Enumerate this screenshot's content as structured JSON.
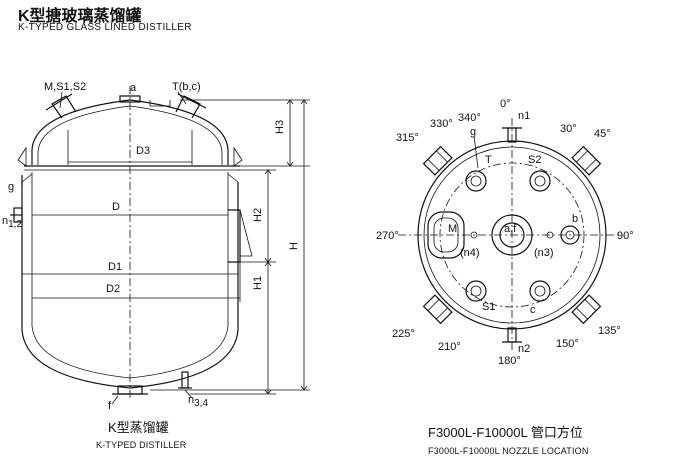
{
  "header": {
    "title_zh": "K型搪玻璃蒸馏罐",
    "title_en": "K-TYPED GLASS LINED DISTILLER"
  },
  "left_drawing": {
    "caption_zh": "K型蒸馏罐",
    "caption_en": "K-TYPED DISTILLER",
    "labels": {
      "mss": "M,S1,S2",
      "a": "a",
      "tbc": "T(b,c)",
      "d3": "D3",
      "d": "D",
      "d1": "D1",
      "d2": "D2",
      "h3": "H3",
      "h2": "H2",
      "h1": "H1",
      "h": "H",
      "g": "g",
      "n12": "n",
      "n12_sub": "1,2",
      "f": "f",
      "n34": "n",
      "n34_sub": "3,4"
    }
  },
  "right_drawing": {
    "caption_zh": "F3000L-F10000L 管口方位",
    "caption_en": "F3000L-F10000L NOZZLE LOCATION",
    "angles": {
      "a0": "0°",
      "a30": "30°",
      "a45": "45°",
      "a90": "90°",
      "a135": "135°",
      "a150": "150°",
      "a180": "180°",
      "a210": "210°",
      "a225": "225°",
      "a270": "270°",
      "a315": "315°",
      "a330": "330°",
      "a340": "340°"
    },
    "nozzles": {
      "n1": "n1",
      "n2": "n2",
      "g": "g",
      "t": "T",
      "s2": "S2",
      "s1": "S1",
      "m": "M",
      "b": "b",
      "c": "c",
      "a_f": "a,f",
      "n4": "(n4)",
      "n3": "(n3)"
    }
  }
}
